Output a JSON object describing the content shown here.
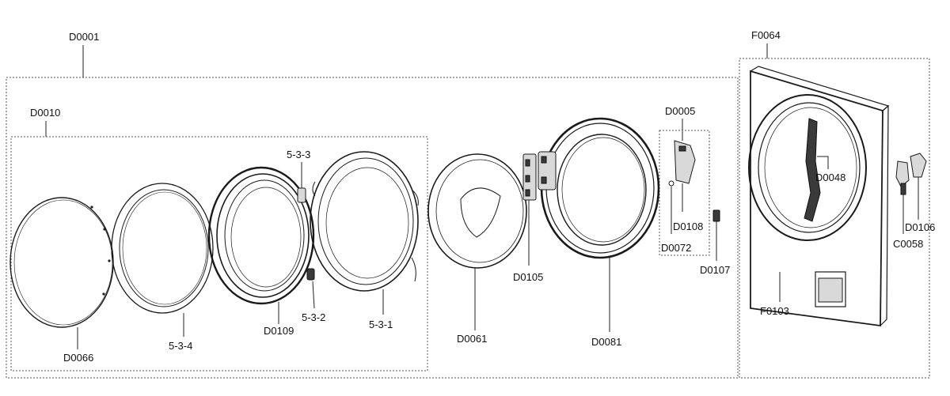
{
  "diagram": {
    "groups": {
      "door_assembly": "D0001",
      "door_inner": "D0010",
      "hinge_group": "D0005",
      "front_panel": "F0064"
    },
    "labels": {
      "d0066": "D0066",
      "p534": "5-3-4",
      "d0109": "D0109",
      "p532": "5-3-2",
      "p533": "5-3-3",
      "p531": "5-3-1",
      "d0061": "D0061",
      "d0105": "D0105",
      "d0081": "D0081",
      "d0108": "D0108",
      "d0072": "D0072",
      "d0107": "D0107",
      "d0048": "D0048",
      "f0103": "F0103",
      "d0106": "D0106",
      "c0058": "C0058"
    },
    "colors": {
      "line": "#1a1a1a",
      "box": "#555555",
      "fill_light": "#d9d9d9",
      "fill_dark": "#3a3a3a"
    }
  }
}
